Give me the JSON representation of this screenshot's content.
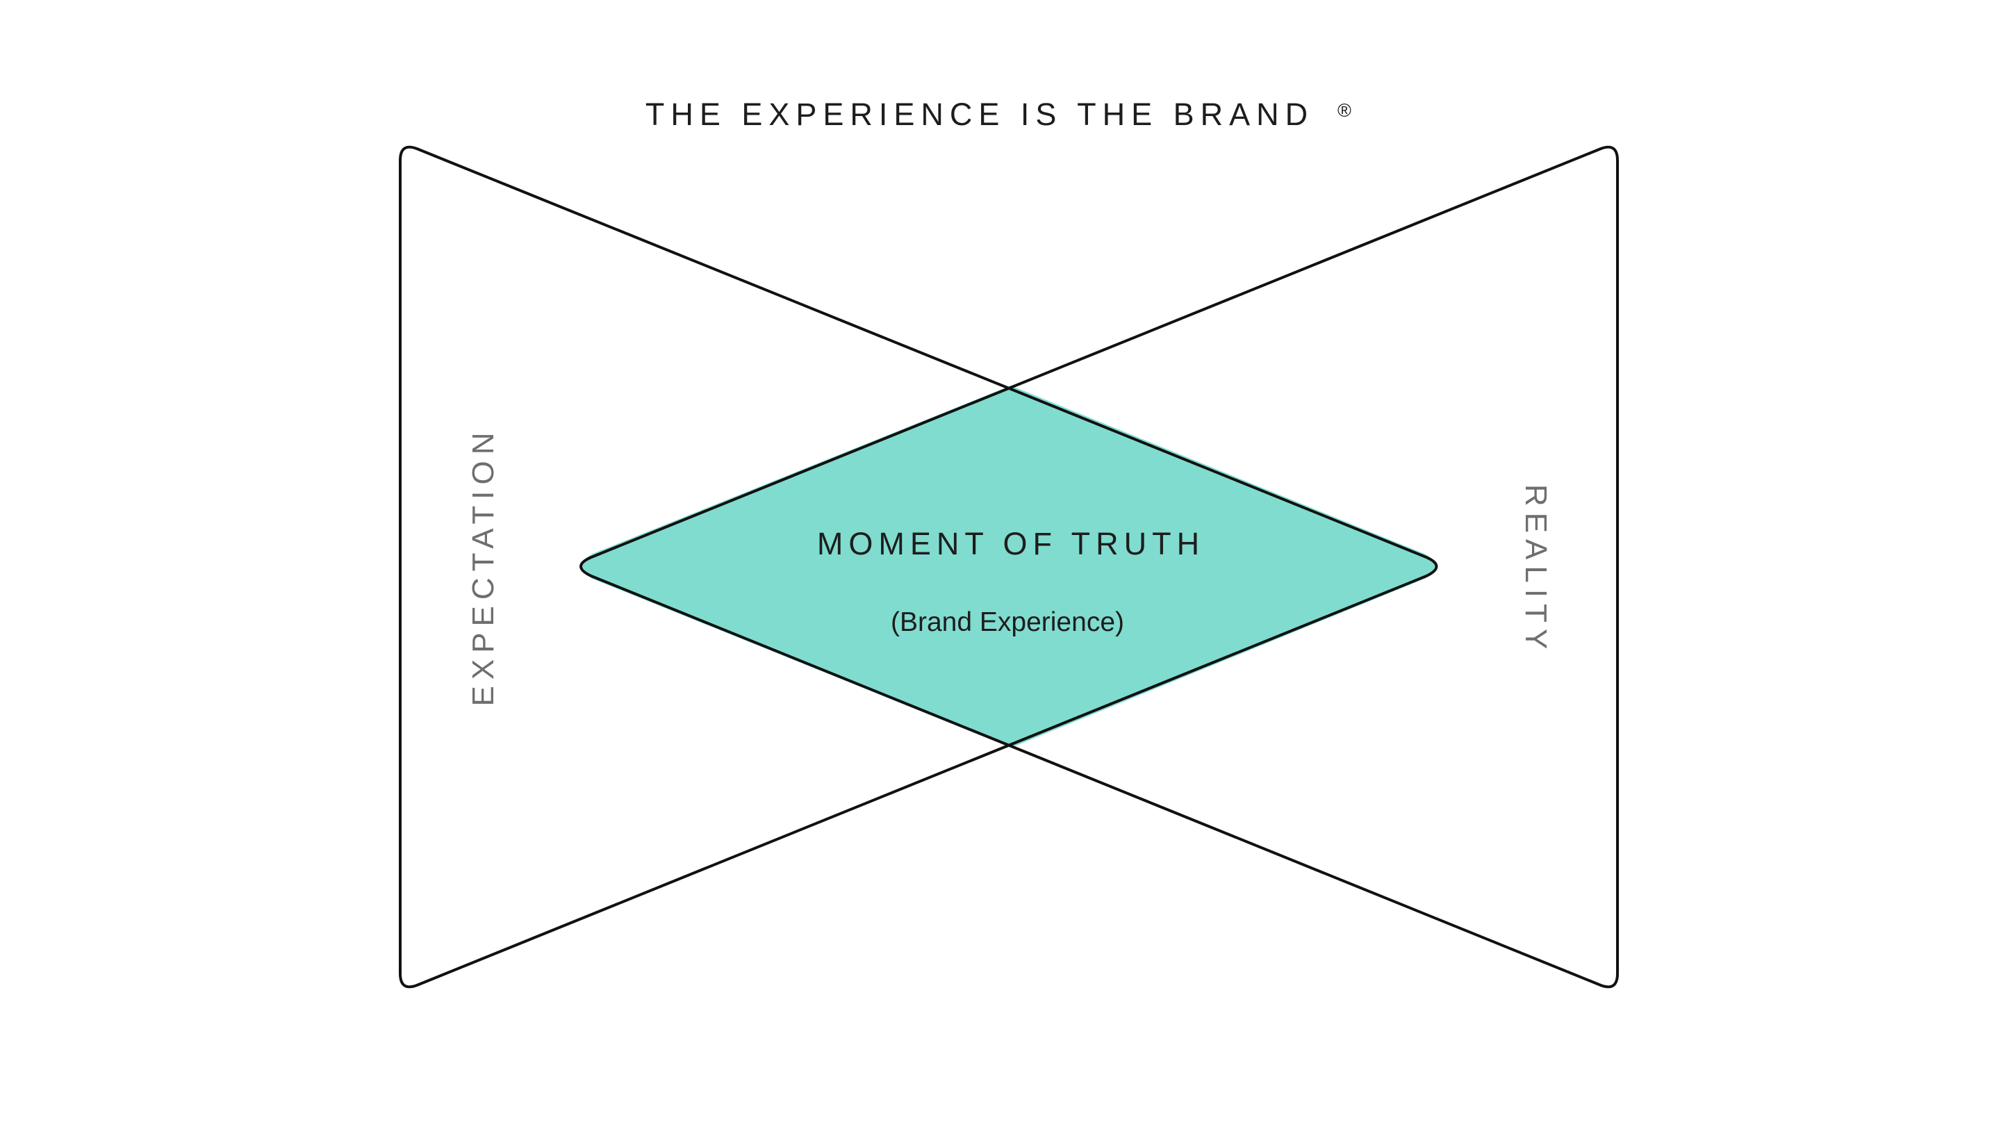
{
  "diagram": {
    "title": "THE EXPERIENCE IS THE BRAND",
    "title_mark": "®",
    "left_label": "EXPECTATION",
    "right_label": "REALITY",
    "center_label": "MOMENT OF TRUTH",
    "center_sublabel": "(Brand Experience)"
  },
  "colors": {
    "overlap_fill": "#80dccf",
    "outline": "#111111",
    "side_label": "#6e6e6e",
    "text": "#1d1d1d",
    "background": "#ffffff"
  }
}
